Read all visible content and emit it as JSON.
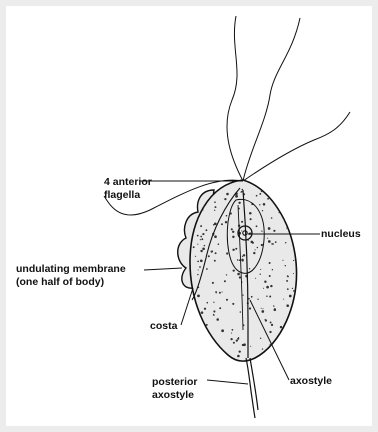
{
  "colors": {
    "background": "#ececec",
    "panel": "#ffffff",
    "ink": "#111111",
    "body_fill": "#e9e9e9"
  },
  "labels": {
    "anterior_flagella": [
      "4 anterior",
      "flagella"
    ],
    "nucleus": "nucleus",
    "undulating_membrane": [
      "undulating membrane",
      "(one half of body)"
    ],
    "costa": "costa",
    "axostyle": "axostyle",
    "posterior_axostyle": [
      "posterior",
      "axostyle"
    ]
  }
}
